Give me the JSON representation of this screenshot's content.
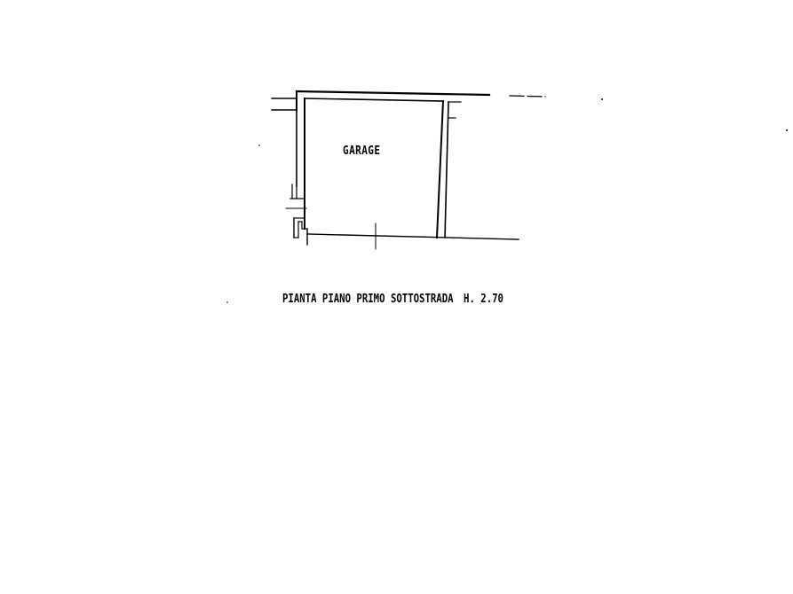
{
  "plan": {
    "room_label": "GARAGE",
    "caption": "PIANTA PIANO PRIMO SOTTOSTRADA",
    "height_label": "H. 2.70"
  },
  "colors": {
    "ink": "#000000",
    "paper": "#ffffff"
  }
}
